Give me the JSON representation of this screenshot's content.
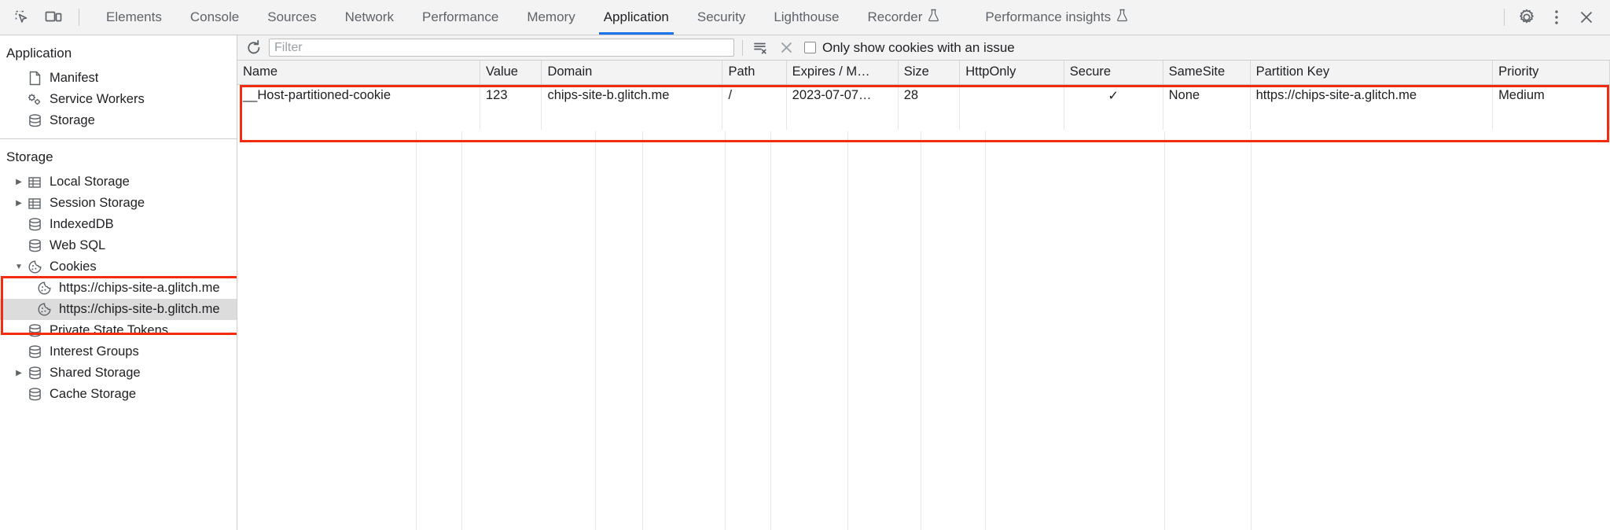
{
  "toolbar": {
    "inspect_icon": "inspect-element-icon",
    "device_icon": "device-toolbar-icon",
    "tabs": [
      {
        "label": "Elements",
        "active": false,
        "experimental": false
      },
      {
        "label": "Console",
        "active": false,
        "experimental": false
      },
      {
        "label": "Sources",
        "active": false,
        "experimental": false
      },
      {
        "label": "Network",
        "active": false,
        "experimental": false
      },
      {
        "label": "Performance",
        "active": false,
        "experimental": false
      },
      {
        "label": "Memory",
        "active": false,
        "experimental": false
      },
      {
        "label": "Application",
        "active": true,
        "experimental": false
      },
      {
        "label": "Security",
        "active": false,
        "experimental": false
      },
      {
        "label": "Lighthouse",
        "active": false,
        "experimental": false
      },
      {
        "label": "Recorder",
        "active": false,
        "experimental": true
      },
      {
        "label": "Performance insights",
        "active": false,
        "experimental": true
      }
    ],
    "settings_icon": "gear-icon",
    "more_icon": "kebab-menu-icon",
    "close_icon": "close-icon",
    "active_underline_color": "#1a73e8"
  },
  "sidebar": {
    "application": {
      "title": "Application",
      "items": [
        {
          "label": "Manifest",
          "icon": "document-icon",
          "twisty": "none"
        },
        {
          "label": "Service Workers",
          "icon": "gears-icon",
          "twisty": "none"
        },
        {
          "label": "Storage",
          "icon": "database-icon",
          "twisty": "none"
        }
      ]
    },
    "storage": {
      "title": "Storage",
      "items": [
        {
          "label": "Local Storage",
          "icon": "table-icon",
          "twisty": "collapsed",
          "depth": 1
        },
        {
          "label": "Session Storage",
          "icon": "table-icon",
          "twisty": "collapsed",
          "depth": 1
        },
        {
          "label": "IndexedDB",
          "icon": "database-icon",
          "twisty": "none",
          "depth": 1
        },
        {
          "label": "Web SQL",
          "icon": "database-icon",
          "twisty": "none",
          "depth": 1
        },
        {
          "label": "Cookies",
          "icon": "cookie-icon",
          "twisty": "expanded",
          "depth": 1
        },
        {
          "label": "https://chips-site-a.glitch.me",
          "icon": "cookie-icon",
          "twisty": "none",
          "depth": 2
        },
        {
          "label": "https://chips-site-b.glitch.me",
          "icon": "cookie-icon",
          "twisty": "none",
          "depth": 2,
          "selected": true
        },
        {
          "label": "Private State Tokens",
          "icon": "database-icon",
          "twisty": "none",
          "depth": 1
        },
        {
          "label": "Interest Groups",
          "icon": "database-icon",
          "twisty": "none",
          "depth": 1
        },
        {
          "label": "Shared Storage",
          "icon": "database-icon",
          "twisty": "collapsed",
          "depth": 1
        },
        {
          "label": "Cache Storage",
          "icon": "database-icon",
          "twisty": "none",
          "depth": 1
        }
      ]
    },
    "highlight_color": "#f22c0f"
  },
  "filterbar": {
    "refresh_icon": "refresh-icon",
    "filter_placeholder": "Filter",
    "filter_value": "",
    "clear_filter_icon": "clear-filter-icon",
    "clear_icon": "close-circle-icon",
    "checkbox_label": "Only show cookies with an issue",
    "checkbox_checked": false
  },
  "table": {
    "columns": [
      "Name",
      "Value",
      "Domain",
      "Path",
      "Expires / M…",
      "Size",
      "HttpOnly",
      "Secure",
      "SameSite",
      "Partition Key",
      "Priority"
    ],
    "rows": [
      {
        "Name": "__Host-partitioned-cookie",
        "Value": "123",
        "Domain": "chips-site-b.glitch.me",
        "Path": "/",
        "Expires / M…": "2023-07-07…",
        "Size": "28",
        "HttpOnly": "",
        "Secure": "✓",
        "SameSite": "None",
        "Partition Key": "https://chips-site-a.glitch.me",
        "Priority": "Medium"
      }
    ],
    "highlight_color": "#f22c0f"
  }
}
